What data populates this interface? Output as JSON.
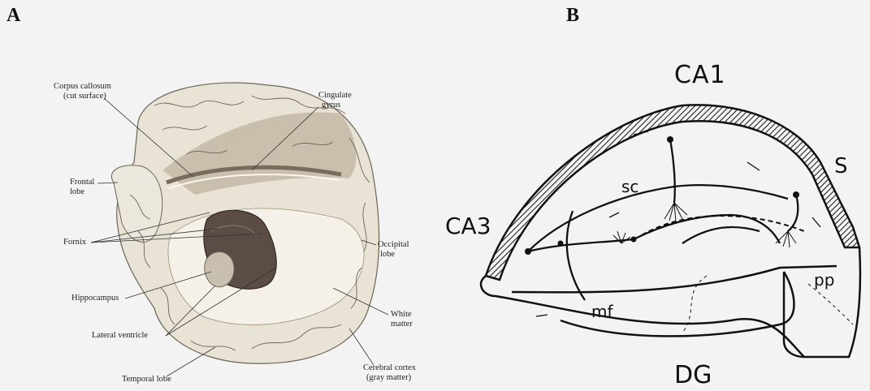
{
  "panel_a": {
    "letter": "A",
    "labels": {
      "corpus_callosum_1": "Corpus callosum",
      "corpus_callosum_2": "(cut surface)",
      "cingulate_1": "Cingulate",
      "cingulate_2": "gyrus",
      "frontal_1": "Frontal",
      "frontal_2": "lobe",
      "fornix": "Fornix",
      "occipital_1": "Occipital",
      "occipital_2": "lobe",
      "hippocampus": "Hippocampus",
      "white_matter_1": "White",
      "white_matter_2": "matter",
      "lateral_ventricle": "Lateral ventricle",
      "cerebral_cortex_1": "Cerebral cortex",
      "cerebral_cortex_2": "(gray matter)",
      "temporal_lobe": "Temporal lobe"
    }
  },
  "panel_b": {
    "letter": "B",
    "labels": {
      "ca1": "CA1",
      "s": "S",
      "ca3": "CA3",
      "sc": "sc",
      "pp": "pp",
      "mf": "mf",
      "dg": "DG"
    }
  },
  "colors": {
    "background": "#f3f3f3",
    "brain_fill": "#e9e3d6",
    "brain_shade": "#bfb19e",
    "ventricle": "#5b4c45",
    "ink": "#111111"
  }
}
